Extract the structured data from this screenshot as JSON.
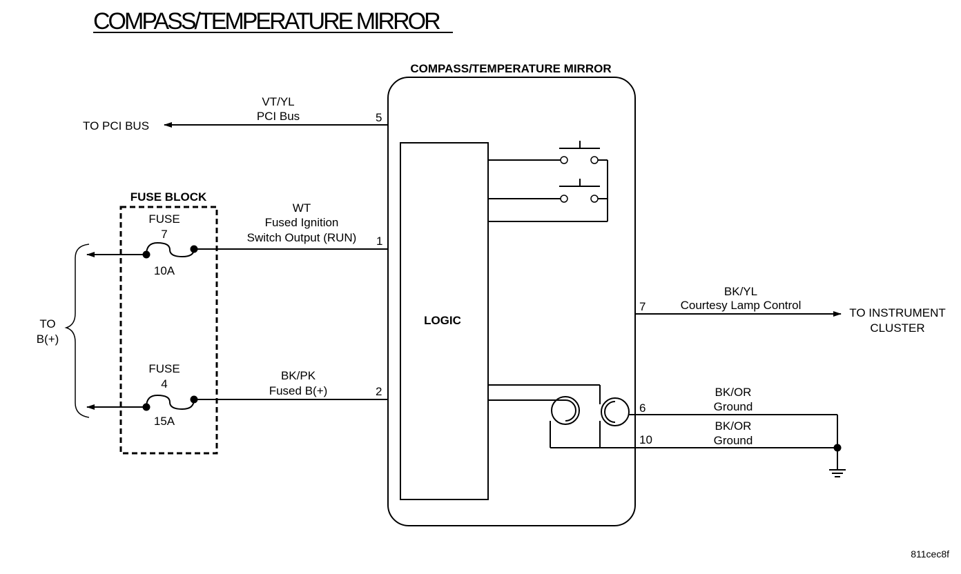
{
  "title": "COMPASS/TEMPERATURE MIRROR",
  "module": {
    "label": "COMPASS/TEMPERATURE MIRROR",
    "logic_label": "LOGIC"
  },
  "fuse_block": {
    "label": "FUSE BLOCK",
    "fuses": [
      {
        "label": "FUSE",
        "number": "7",
        "rating": "10A"
      },
      {
        "label": "FUSE",
        "number": "4",
        "rating": "15A"
      }
    ]
  },
  "source": {
    "line1": "TO",
    "line2": "B(+)"
  },
  "circuits": [
    {
      "pin": "5",
      "color_code": "VT/YL",
      "description": "PCI Bus",
      "destination": "TO PCI BUS"
    },
    {
      "pin": "1",
      "color_code": "WT",
      "description_lines": [
        "Fused Ignition",
        "Switch Output (RUN)"
      ]
    },
    {
      "pin": "2",
      "color_code": "BK/PK",
      "description": "Fused B(+)"
    },
    {
      "pin": "7",
      "color_code": "BK/YL",
      "description": "Courtesy Lamp Control",
      "destination_lines": [
        "TO INSTRUMENT",
        "CLUSTER"
      ]
    },
    {
      "pin": "6",
      "color_code": "BK/OR",
      "description": "Ground"
    },
    {
      "pin": "10",
      "color_code": "BK/OR",
      "description": "Ground"
    }
  ],
  "figure_id": "811cec8f"
}
